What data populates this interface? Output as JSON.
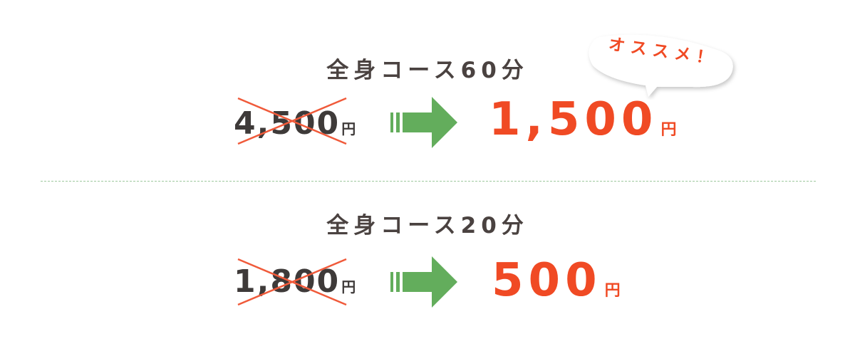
{
  "courses": [
    {
      "title": "全身コース60分",
      "old_price": "4,500",
      "old_unit": "円",
      "new_price": "1,500",
      "new_unit": "円"
    },
    {
      "title": "全身コース20分",
      "old_price": "1,800",
      "old_unit": "円",
      "new_price": "500",
      "new_unit": "円"
    }
  ],
  "badge": {
    "text": "オススメ！"
  },
  "colors": {
    "title": "#4a4240",
    "old_price": "#3e3a39",
    "strike": "#f05a3a",
    "arrow": "#63ad5c",
    "new_price": "#f04a24",
    "divider": "#9ec99e"
  }
}
